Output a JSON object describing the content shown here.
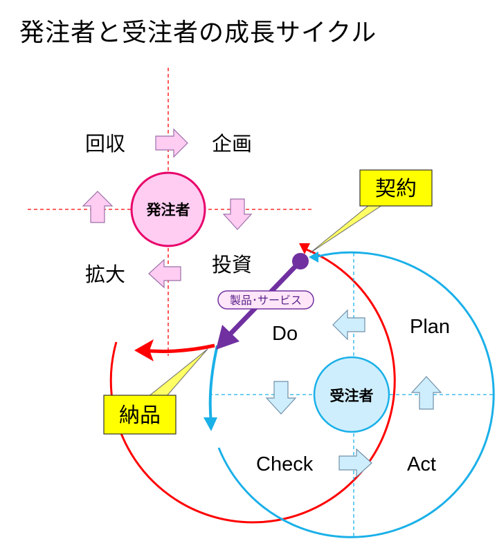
{
  "title": "発注者と受注者の成長サイクル",
  "orderer": {
    "center": "発注者",
    "quadrants": {
      "top_left": "回収",
      "top_right": "企画",
      "bottom_right": "投資",
      "bottom_left": "拡大"
    },
    "color": "#ff0000",
    "center_fill": "#ffccf2"
  },
  "contractor": {
    "center": "受注者",
    "quadrants": {
      "top_left": "Do",
      "top_right": "Plan",
      "bottom_right": "Act",
      "bottom_left": "Check"
    },
    "color": "#1ab0e8",
    "center_fill": "#cfeefd"
  },
  "flow": {
    "product_label": "製品･サービス",
    "color": "#7030a0"
  },
  "callouts": {
    "contract": "契約",
    "delivery": "納品",
    "fill": "#ffff00"
  }
}
